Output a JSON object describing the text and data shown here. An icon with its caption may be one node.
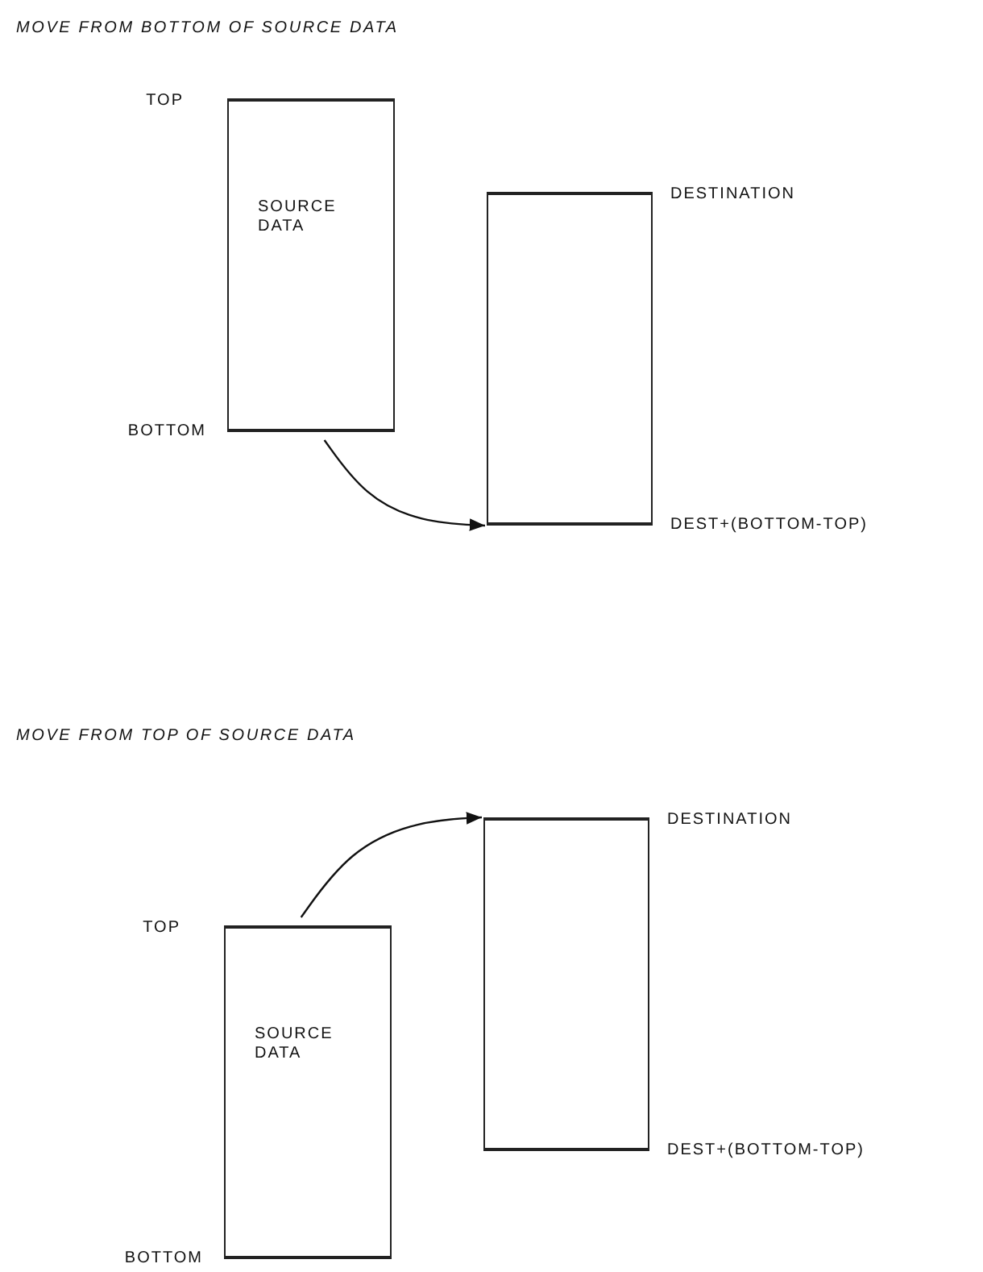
{
  "diagram": {
    "nodes": [
      {
        "text": [
          "SOURCE DATA"
        ],
        "beside": [
          "TOP",
          "BOTTOM"
        ]
      },
      {
        "text": [],
        "shape": "box",
        "beside": [
          "DESTINATION",
          "DEST+(BOTTOM-TOP)"
        ]
      },
      {
        "text": [
          "SOURCE DATA"
        ],
        "beside": [
          "TOP",
          "BOTTOM"
        ]
      },
      {
        "text": [],
        "shape": "box",
        "beside": [
          "DESTINATION",
          "DEST+(BOTTOM-TOP)"
        ]
      }
    ],
    "edges": [
      {
        "from": 0,
        "to": 1,
        "arrow": "to"
      },
      {
        "from": 2,
        "to": 3,
        "arrow": "to"
      }
    ],
    "labels": [
      "MOVE FROM BOTTOM OF SOURCE DATA",
      "MOVE FROM TOP OF SOURCE DATA"
    ]
  }
}
